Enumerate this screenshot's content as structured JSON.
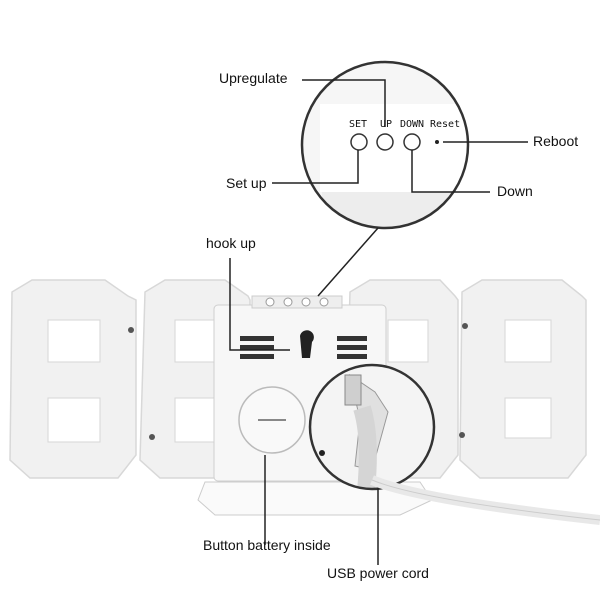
{
  "callouts": {
    "upregulate": "Upregulate",
    "reboot": "Reboot",
    "set_up": "Set up",
    "down": "Down",
    "hook_up": "hook up",
    "button_battery": "Button battery inside",
    "usb_power_cord": "USB power cord"
  },
  "panel_buttons": {
    "set": "SET",
    "up": "UP",
    "down": "DOWN",
    "reset": "Reset"
  },
  "colors": {
    "clock_body": "#f1f1f1",
    "clock_shadow": "#d8d8d8",
    "window": "#ffffff",
    "leader_line": "#222222",
    "magnifier_border": "#333333"
  }
}
